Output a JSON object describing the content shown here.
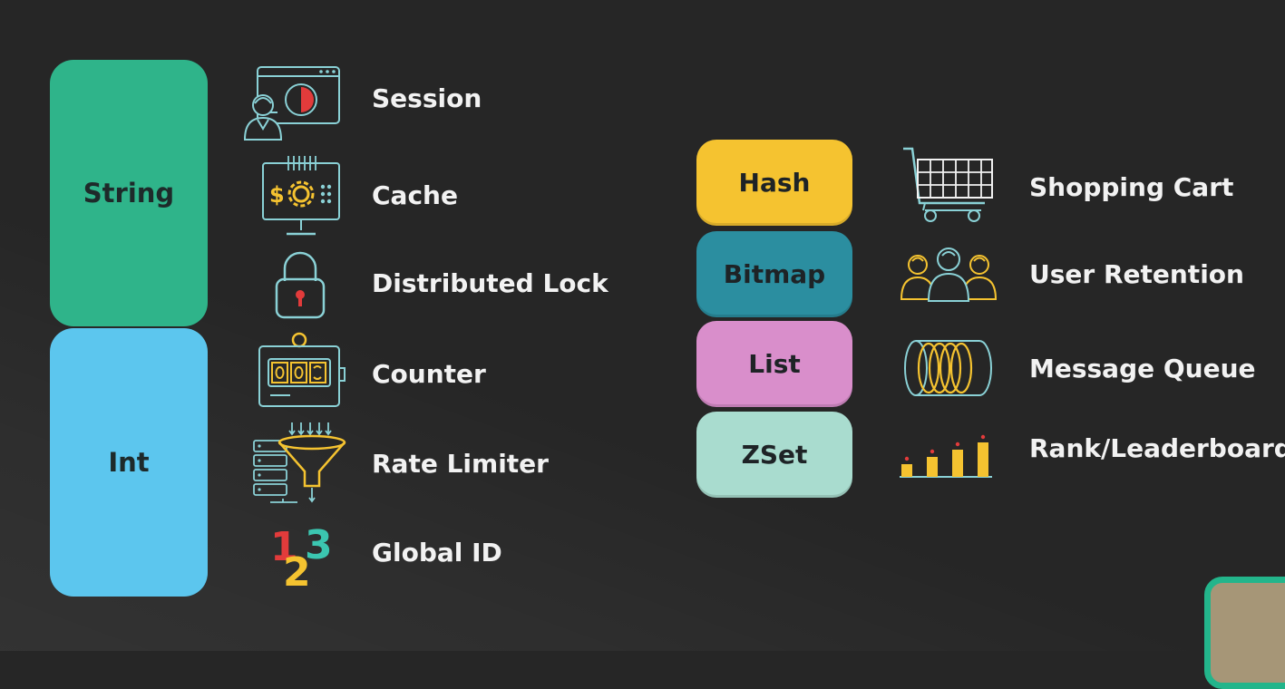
{
  "left_blocks": [
    {
      "label": "String",
      "color": "#2fb48a"
    },
    {
      "label": "Int",
      "color": "#5cc6ee"
    }
  ],
  "left_items": [
    {
      "label": "Session",
      "icon": "user-dashboard-icon"
    },
    {
      "label": "Cache",
      "icon": "monitor-settings-icon"
    },
    {
      "label": "Distributed Lock",
      "icon": "padlock-icon"
    },
    {
      "label": "Counter",
      "icon": "counter-display-icon"
    },
    {
      "label": "Rate Limiter",
      "icon": "server-funnel-icon"
    },
    {
      "label": "Global ID",
      "icon": "numbers-123-icon"
    }
  ],
  "right_types": [
    {
      "label": "Hash",
      "color": "#f5c330",
      "item": "Shopping Cart",
      "icon": "shopping-cart-icon"
    },
    {
      "label": "Bitmap",
      "color": "#2b8ea0",
      "item": "User Retention",
      "icon": "user-group-icon"
    },
    {
      "label": "List",
      "color": "#d98ecb",
      "item": "Message Queue",
      "icon": "queue-cylinder-icon"
    },
    {
      "label": "ZSet",
      "color": "#a9dccf",
      "item": "Rank/Leaderboard",
      "icon": "bar-ranking-icon"
    }
  ]
}
